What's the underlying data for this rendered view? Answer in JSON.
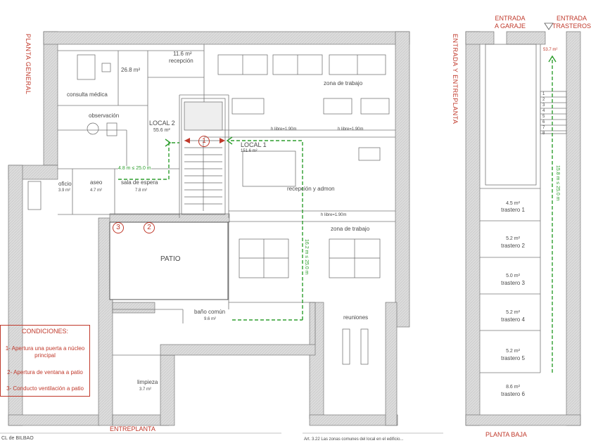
{
  "plan": {
    "sections": {
      "planta_general": "PLANTA GENERAL",
      "entreplanta": "ENTREPLANTA",
      "entrada_y_entreplanta": "ENTRADA Y ENTREPLANTA",
      "planta_baja": "PLANTA BAJA",
      "entrada_garaje_1": "ENTRADA",
      "entrada_garaje_2": "A GARAJE",
      "entrada_trasteros_1": "ENTRADA",
      "entrada_trasteros_2": "TRASTEROS"
    },
    "rooms": {
      "consulta_medica": "consulta médica",
      "consulta_area": "26.8 m²",
      "recepcion_area": "11.6 m²",
      "recepcion": "recepción",
      "observacion": "observación",
      "local2": "LOCAL 2",
      "local2_area": "55.6 m²",
      "zona_trabajo_1": "zona de trabajo",
      "h_libre_1": "h libre=1.90m",
      "h_libre_2": "h libre=1.90m",
      "h_libre_3": "h libre=1.90m",
      "local1": "LOCAL 1",
      "local1_area": "151.6 m²",
      "recepcion_admon": "recepción y admon",
      "oficio": "oficio",
      "oficio_area": "3.9 m²",
      "aseo": "aseo",
      "aseo_area": "4.7 m²",
      "sala_espera": "sala de espera",
      "sala_espera_area": "7.8 m²",
      "patio": "PATIO",
      "zona_trabajo_2": "zona de trabajo",
      "bano_comun": "baño común",
      "bano_area": "9.6 m²",
      "reuniones": "reuniones",
      "limpieza": "limpieza",
      "limpieza_area": "3.7 m²",
      "entrada_area": "53.7 m²"
    },
    "trasteros": [
      {
        "area": "4.5 m²",
        "name": "trastero 1"
      },
      {
        "area": "5.2 m²",
        "name": "trastero 2"
      },
      {
        "area": "5.0 m²",
        "name": "trastero 3"
      },
      {
        "area": "5.2 m²",
        "name": "trastero 4"
      },
      {
        "area": "5.2 m²",
        "name": "trastero 5"
      },
      {
        "area": "8.6 m²",
        "name": "trastero 6"
      }
    ],
    "stairs_steps": [
      "1",
      "2",
      "3",
      "4",
      "5",
      "6",
      "7",
      "8"
    ],
    "routes": {
      "route_local2": "4.8 m ≤ 25.0 m",
      "route_local1": "16.2 m ≤ 25.0 m",
      "route_planta_baja": "15.8 m ≤ 25.0 m"
    },
    "markers": [
      "1",
      "2",
      "3"
    ],
    "conditions": {
      "title": "CONDICIONES:",
      "items": [
        "1- Apertura una puerta a núcleo principal",
        "2- Apertura de ventana a patio",
        "3- Conducto ventilación a patio"
      ]
    },
    "footer": {
      "left": "CL de BILBAO",
      "right": "Art. 3.22 Las zonas comunes del local en el edificio..."
    },
    "colors": {
      "wall": "#d4d4d4",
      "line": "#555555",
      "red": "#c0392b",
      "green": "#2e9e2e"
    }
  }
}
